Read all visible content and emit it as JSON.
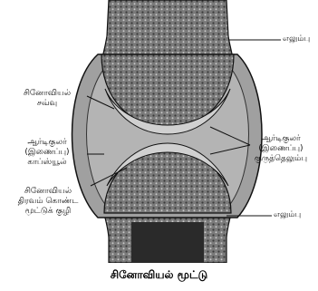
{
  "caption": "சினோவியல் மூட்டு",
  "labels": {
    "bone_top": "எலும்பு",
    "bone_bottom": "எலும்பு",
    "synovial_membrane": [
      "சினோவியல்",
      "சவ்வு"
    ],
    "fibrous_capsule": [
      "ஆர்டிகுலர்",
      "(இணைப்பு)",
      "காப்ஸ்யூல்"
    ],
    "articular_cartilage": [
      "ஆர்டிகுலர்",
      "(இணைப்பு)",
      "குருத்தெலும்பு"
    ],
    "synovial_cavity": [
      "சினோவியல்",
      "திரவம் கொண்ட",
      "மூட்டுக் குழி"
    ]
  },
  "colors": {
    "bone_dark": "#2a2a2a",
    "spongy": "#6e6e6e",
    "cartilage": "#bdbdbd",
    "capsule": "#9a9a9a",
    "line": "#111111"
  }
}
